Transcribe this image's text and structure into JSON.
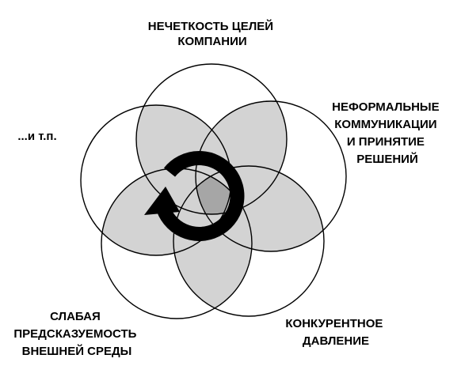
{
  "labels": {
    "top": [
      "НЕЧЕТКОСТЬ ЦЕЛЕЙ",
      "КОМПАНИИ"
    ],
    "right": [
      "НЕФОРМАЛЬНЫЕ",
      "КОММУНИКАЦИИ",
      "И ПРИНЯТИЕ",
      "РЕШЕНИЙ"
    ],
    "left": "...и т.п.",
    "bottom_left": [
      "СЛАБАЯ",
      "ПРЕДСКАЗУЕМОСТЬ",
      "ВНЕШНЕЙ СРЕДЫ"
    ],
    "bottom_right": [
      "КОНКУРЕНТНОЕ",
      "ДАВЛЕНИЕ"
    ]
  },
  "colors": {
    "background": "#ffffff",
    "stroke": "#000000",
    "overlap_fill": "#d3d3d3",
    "center_fill": "#a6a6a6",
    "arrow": "#000000"
  },
  "icons": {
    "center": "circular-arrow-icon"
  }
}
